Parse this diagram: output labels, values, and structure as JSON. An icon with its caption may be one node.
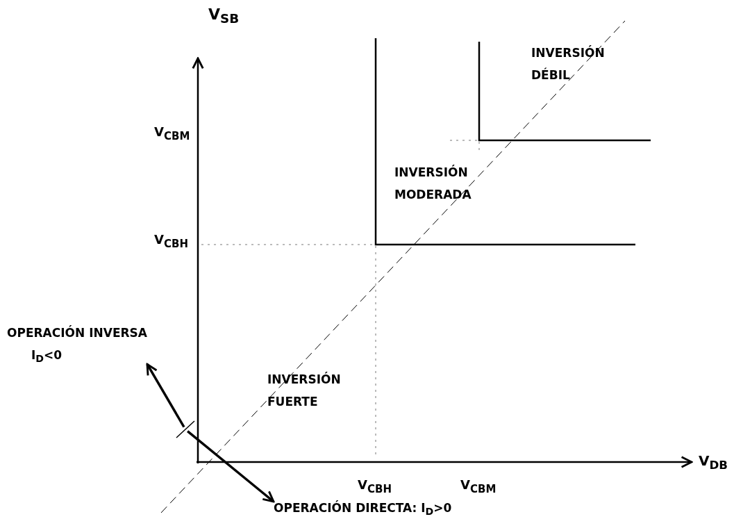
{
  "diagram": {
    "nodes": [
      {
        "text": [
          "OPERACIÓN INVERSA",
          "I$_{D}$<0"
        ]
      },
      {
        "text": [
          "OPERACIÓN DIRECTA: I$_{D}$>0"
        ]
      },
      {
        "text": [],
        "shape": "bar"
      }
    ],
    "edges": [
      {
        "from": 2,
        "to": 0,
        "arrow": "to"
      },
      {
        "from": 2,
        "to": 1,
        "arrow": "to"
      }
    ],
    "labels": [
      "V$_{SB}$",
      "V$_{CBM}$",
      "INVERSIÓN DÉBIL",
      "INVERSIÓN MODERADA",
      "V$_{CBH}$",
      "INVERSIÓN FUERTE",
      "V$_{DB}$",
      "V$_{CBH}$",
      "V$_{CBM}$"
    ]
  }
}
